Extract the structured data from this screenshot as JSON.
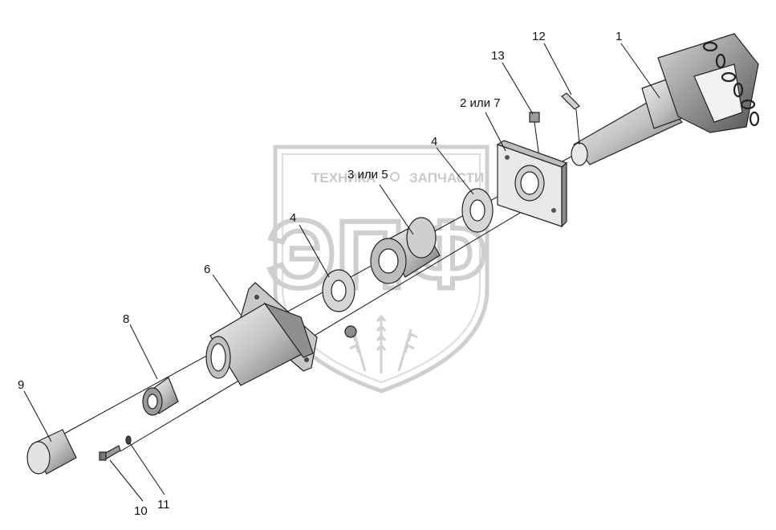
{
  "watermark": {
    "top_text_left": "ТЕХНИКА",
    "top_text_right": "ЗАПЧАСТИ",
    "big_text": "ЭПФ"
  },
  "callouts": {
    "c1": "1",
    "c12": "12",
    "c13": "13",
    "c2or7": "2 или 7",
    "c4a": "4",
    "c3or5": "3 или 5",
    "c4b": "4",
    "c6": "6",
    "c8": "8",
    "c9": "9",
    "c10": "10",
    "c11": "11"
  },
  "colors": {
    "line": "#111111",
    "part_fill_light": "#e6e6e6",
    "part_fill_mid": "#bdbdbd",
    "part_fill_dark": "#7a7a7a",
    "watermark": "#cfcfcf"
  }
}
